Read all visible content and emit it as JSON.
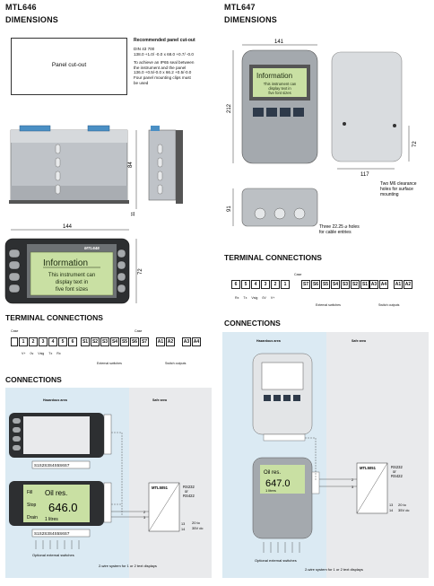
{
  "left": {
    "model": "MTL646",
    "dimensions_heading": "DIMENSIONS",
    "cutout_label": "Panel cut-out",
    "recommended_title": "Recommended panel cut-out",
    "cutout_spec": [
      "DIN 43 700",
      "138.0 +1.0/ -0.0 x 68.0 +0.7/ -0.0"
    ],
    "seal_note": [
      "To achieve an IP65 seal between",
      "the instrument and the panel",
      "136.0 +0.5/-0.0 x 66.2 +0.5/-0.0",
      "Four panel mounting clips must",
      "be used"
    ],
    "dim_84": "84",
    "dim_11": "11",
    "dim_144": "144",
    "dim_72": "72",
    "device_brand": "MTL646",
    "lcd_title": "Information",
    "lcd_text": [
      "This instrument can",
      "display text in",
      "five font sizes"
    ],
    "terminal_heading": "TERMINAL  CONNECTIONS",
    "case_label": "Case",
    "terminals_a": [
      "1",
      "2",
      "3",
      "4",
      "5",
      "6"
    ],
    "terminals_a_sub": [
      "V+",
      "0v",
      "Vsig",
      "Tx",
      "Rx"
    ],
    "terminals_b": [
      "S1",
      "S2",
      "S3",
      "S4",
      "S5",
      "S6",
      "S7"
    ],
    "terminals_b_caption": "External switches",
    "terminals_c": [
      "A1",
      "A2",
      "A3",
      "A4"
    ],
    "terminals_c_caption": "Switch outputs",
    "connections_heading": "CONNECTIONS",
    "hazardous_area": "Hazardous area",
    "safe_area": "Safe area",
    "strip": [
      "S1",
      "S2",
      "S3",
      "S4",
      "S5",
      "S6",
      "S7"
    ],
    "lcd2": {
      "line1": "Oil res.",
      "value": "646.0",
      "unit": "1 litres",
      "fill": "Fill",
      "stop": "Stop",
      "drain": "Drain"
    },
    "optional_switches": "Optional external switches",
    "isolator": "MTL5051",
    "rs232": [
      "RS232",
      "or",
      "RS422"
    ],
    "supply": [
      "20 to",
      "35V dc"
    ],
    "term_nums_right": [
      "2",
      "3",
      "13",
      "14"
    ],
    "footnote": "2-wire system for 1 or 2 text displays"
  },
  "right": {
    "model": "MTL647",
    "dimensions_heading": "DIMENSIONS",
    "dim_141": "141",
    "dim_212": "212",
    "dim_72": "72",
    "dim_117": "117",
    "dim_91": "91",
    "lcd_title": "Information",
    "lcd_text": [
      "This instrument can",
      "display text in",
      "five font sizes"
    ],
    "m6_note": [
      "Two M6 clearance",
      "holes for surface",
      "mounting"
    ],
    "cable_note": [
      "Three 22.25 ⌀ holes",
      "for cable entries"
    ],
    "terminal_heading": "TERMINAL  CONNECTIONS",
    "case_label": "Case",
    "terminals_a": [
      "6",
      "5",
      "4",
      "3",
      "2",
      "1"
    ],
    "terminals_a_sub": [
      "Rx",
      "Tx",
      "Vsig",
      "0V",
      "V+"
    ],
    "terminals_b": [
      "S7",
      "S6",
      "S5",
      "S4",
      "S3",
      "S2",
      "S1"
    ],
    "terminals_b_caption": "External switches",
    "terminals_c": [
      "A3",
      "A4",
      "A1",
      "A2"
    ],
    "terminals_c_caption": "Switch outputs",
    "connections_heading": "CONNECTIONS",
    "hazardous_area": "Hazardous area",
    "safe_area": "Safe area",
    "lcd2": {
      "line1": "Oil res.",
      "value": "647.0",
      "unit": "1 litres"
    },
    "optional_switches": "Optional external switches",
    "isolator": "MTL5051",
    "rs232": [
      "RS232",
      "or",
      "RS422"
    ],
    "supply": [
      "20 to",
      "35V dc"
    ],
    "term_nums_right": [
      "2",
      "3",
      "13",
      "14"
    ],
    "footnote": "2-wire system for 1 or 2 text displays"
  }
}
